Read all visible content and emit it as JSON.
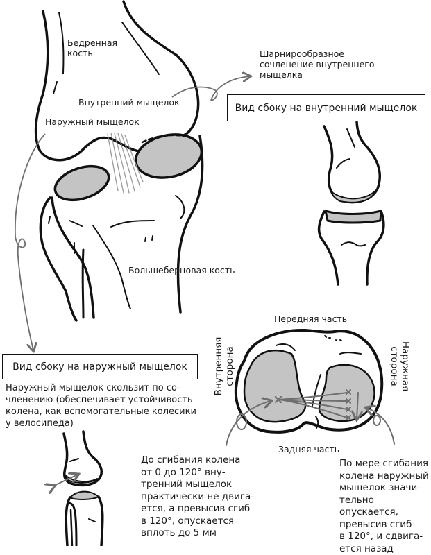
{
  "colors": {
    "ink": "#111111",
    "cartilage": "#c4c4c4",
    "arrow": "#6f6f6f",
    "ligament": "#bdbdbd"
  },
  "main_view": {
    "femur_label": "Бедренная\nкость",
    "medial_condyle_label": "Внутренний мыщелок",
    "lateral_condyle_label": "Наружный мыщелок",
    "tibia_label": "Большеберцовая кость",
    "hinge_note": "Шарнирообразное\nсочленение внутреннего\nмыщелка"
  },
  "medial_view": {
    "title": "Вид сбоку на внутренний мыщелок"
  },
  "lateral_view": {
    "title": "Вид сбоку на наружный мыщелок",
    "description": "Наружный мыщелок скользит по со-\nчленению (обеспечивает устойчивость\nколена, как вспомогательные колесики\nу велосипеда)"
  },
  "top_view": {
    "front_label": "Передняя часть",
    "back_label": "Задняя часть",
    "medial_side_label": "Внутренняя\nсторона",
    "lateral_side_label": "Наружная\nсторона"
  },
  "notes": {
    "medial_motion": "До сгибания колена\nот 0 до 120° вну-\nтренний мыщелок\nпрактически не двига-\nется, а превысив сгиб\nв 120°, опускается\nвплоть до 5 мм",
    "lateral_motion": "По мере сгибания\nколена наружный\nмыщелок значи-\nтельно опускается,\nпревысив сгиб\nв 120°, и сдвига-\nется назад"
  }
}
